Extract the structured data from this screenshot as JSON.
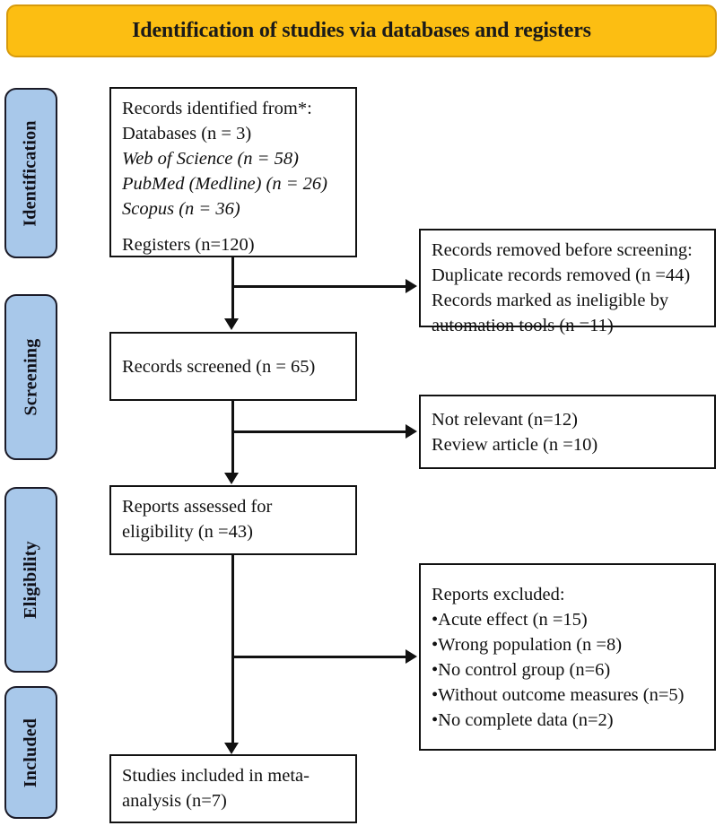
{
  "header": {
    "title": "Identification of studies via databases and registers"
  },
  "stages": [
    {
      "id": "identification",
      "label": "Identification"
    },
    {
      "id": "screening",
      "label": "Screening"
    },
    {
      "id": "eligibility",
      "label": "Eligibility"
    },
    {
      "id": "included",
      "label": "Included"
    }
  ],
  "boxes": {
    "identified": {
      "lines": [
        "Records identified from*:",
        "Databases (n = 3)",
        "Web of Science (n = 58)",
        "PubMed (Medline) (n = 26)",
        "Scopus (n = 36)",
        "Registers (n=120)"
      ]
    },
    "screened": {
      "line": "Records screened (n = 65)"
    },
    "eligibility": {
      "lines": [
        "Reports assessed for",
        "eligibility (n =43)"
      ]
    },
    "included_final": {
      "lines": [
        "Studies included in meta-",
        "analysis (n=7)"
      ]
    },
    "removed": {
      "lines": [
        "Records removed before screening:",
        "Duplicate records removed (n =44)",
        "Records marked as ineligible by",
        "automation tools (n =11)"
      ]
    },
    "not_relevant": {
      "lines": [
        "Not relevant (n=12)",
        "Review article (n =10)"
      ]
    },
    "excluded": {
      "lines": [
        "Reports excluded:",
        "•Acute effect (n =15)",
        "•Wrong population (n =8)",
        "•No control group (n=6)",
        "•Without outcome measures (n=5)",
        "•No complete data (n=2)"
      ]
    }
  },
  "colors": {
    "header_fill": "#FCBE12",
    "header_border": "#D79A0B",
    "stage_fill": "#A8C8EA",
    "stage_border": "#1b1b28",
    "box_border": "#111111",
    "text": "#111111"
  }
}
